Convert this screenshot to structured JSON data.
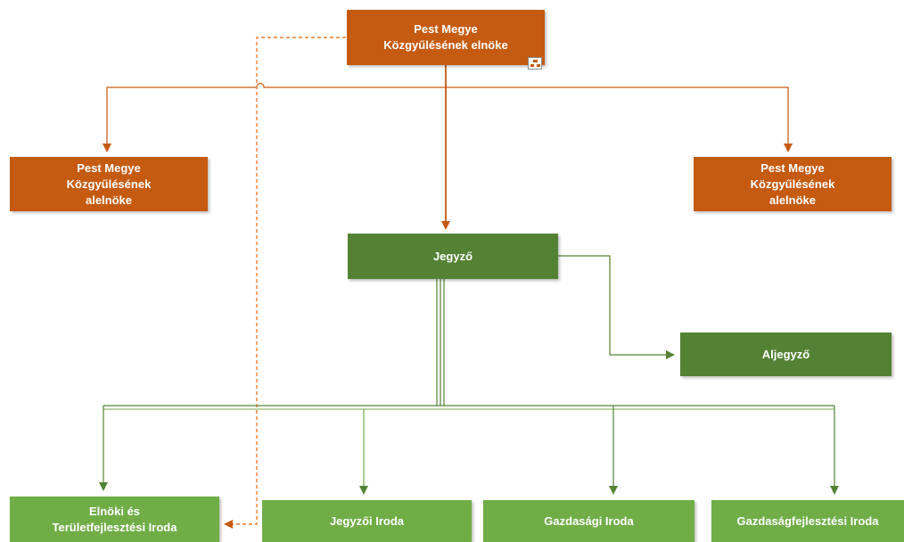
{
  "colors": {
    "orange": "#c55a11",
    "green_dark": "#548235",
    "green_light": "#70ad47"
  },
  "nodes": {
    "elnok": "Pest Megye\nKözgyűlésének elnöke",
    "alelnok_left": "Pest Megye\nKözgyűlésének\nalelnöke",
    "alelnok_right": "Pest Megye\nKözgyűlésének\nalelnöke",
    "jegyzo": "Jegyző",
    "aljegyzo": "Aljegyző",
    "elnoki_iroda": "Elnöki és\nTerületfejlesztési Iroda",
    "jegyzoi_iroda": "Jegyzői Iroda",
    "gazdasagi_iroda": "Gazdasági Iroda",
    "gazdasagfejlesztesi_iroda": "Gazdaságfejlesztési Iroda"
  },
  "icons": {
    "org_chart": "org-chart-icon"
  }
}
